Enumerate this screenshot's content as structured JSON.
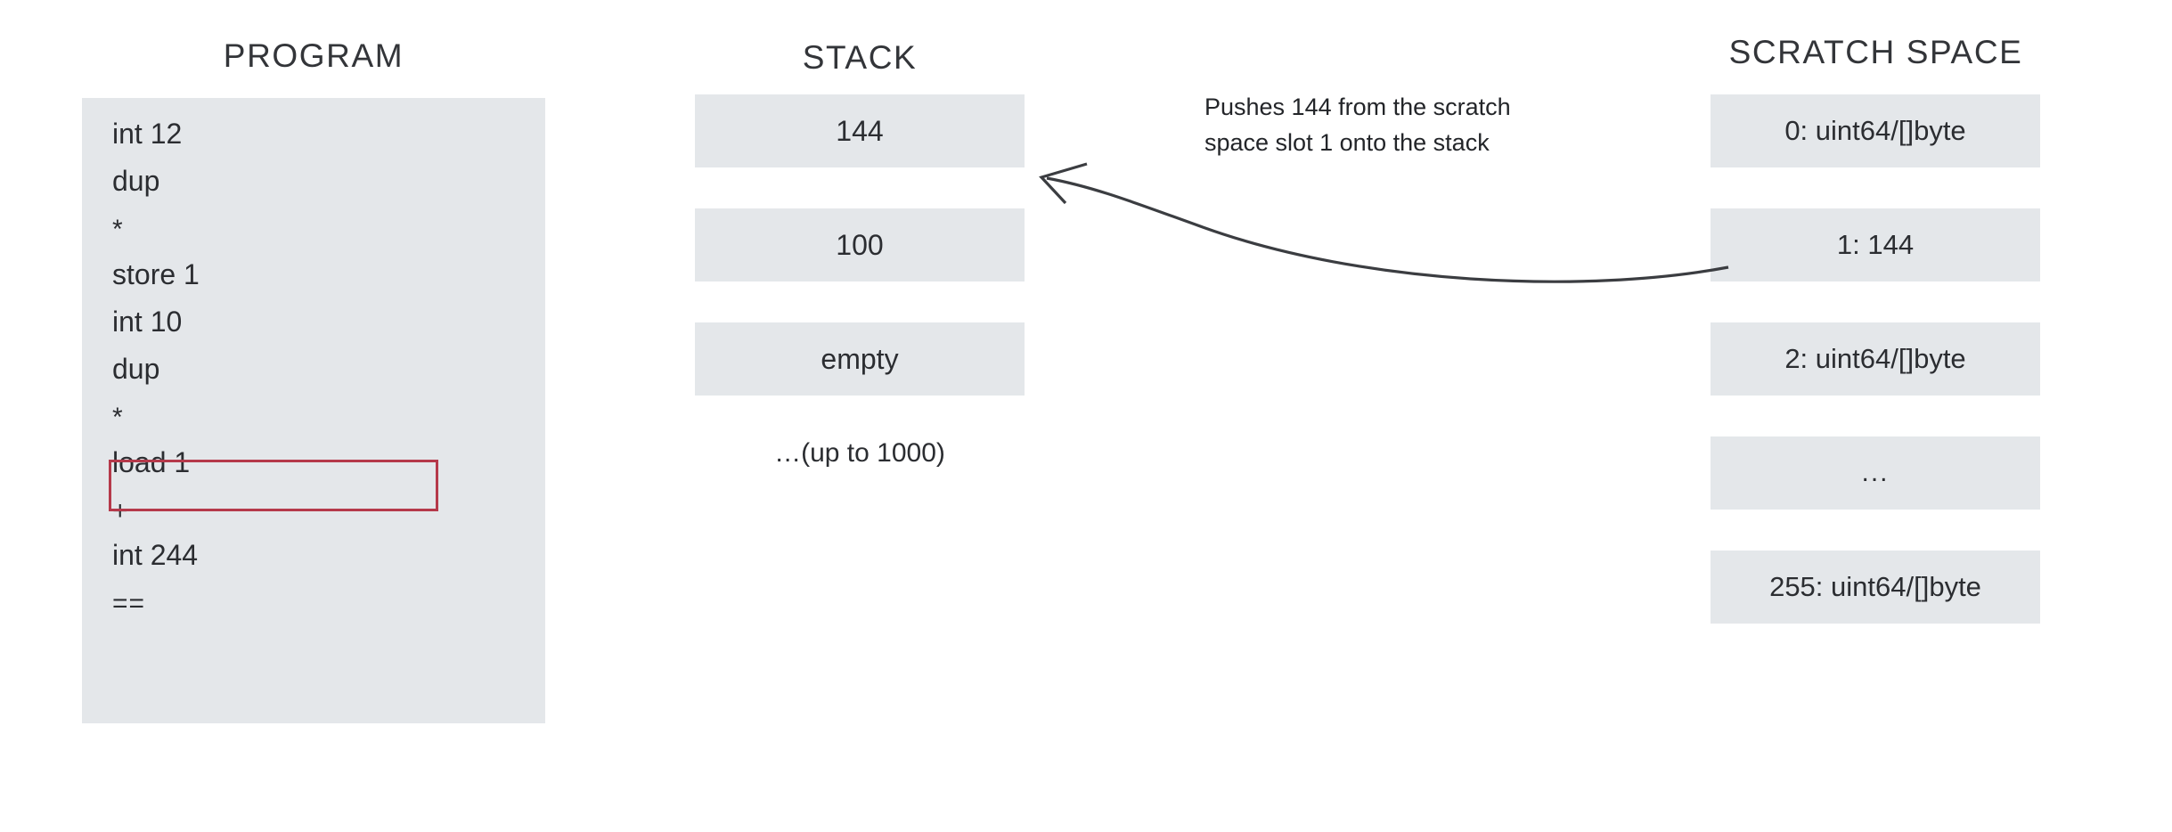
{
  "program": {
    "heading": "PROGRAM",
    "lines": [
      "int 12",
      "dup",
      "*",
      "store 1",
      "int 10",
      "dup",
      "*",
      "load 1",
      "+",
      "int 244",
      "=="
    ],
    "highlighted_line": "load 1",
    "highlight_color": "#b5394a"
  },
  "stack": {
    "heading": "STACK",
    "cells": [
      "144",
      "100",
      "empty"
    ],
    "note": "…(up to 1000)"
  },
  "scratch": {
    "heading": "SCRATCH SPACE",
    "cells": [
      "0: uint64/[]byte",
      "1: 144",
      "2: uint64/[]byte",
      "...",
      "255: uint64/[]byte"
    ]
  },
  "annotation": {
    "line1": "Pushes 144 from the scratch",
    "line2": "space slot 1 onto the stack"
  },
  "colors": {
    "panel_fill": "#e4e7ea",
    "text": "#2b2d31",
    "highlight": "#b5394a",
    "arrow": "#3b3d41",
    "background": "#ffffff"
  }
}
